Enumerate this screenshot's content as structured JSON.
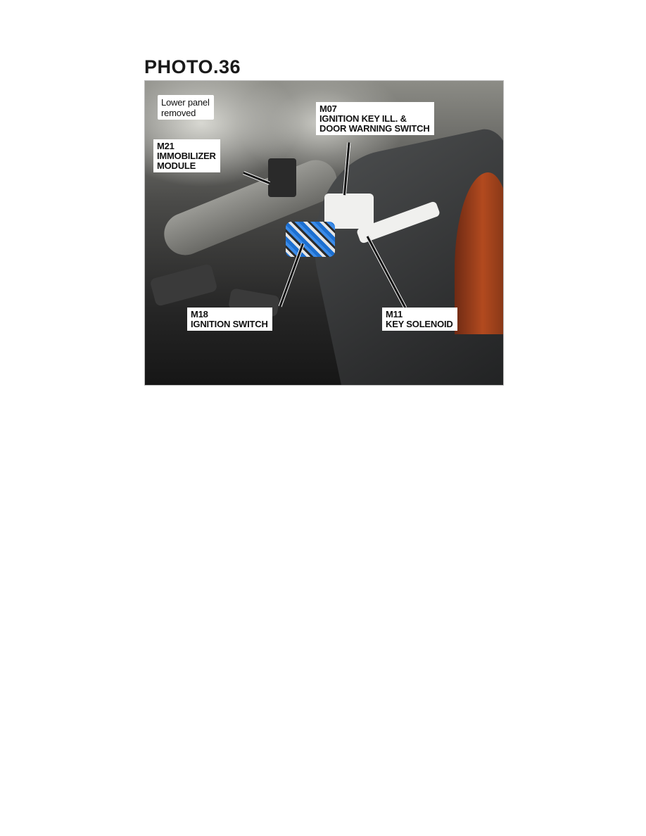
{
  "document": {
    "photo_title": "PHOTO.36",
    "photo": {
      "description": "Under-dash view of steering column area with lower panel removed",
      "callouts": [
        {
          "id": "lower-panel",
          "lines": [
            "Lower panel",
            "removed"
          ]
        },
        {
          "id": "m07",
          "lines": [
            "M07",
            "IGNITION KEY ILL. &",
            "DOOR WARNING SWITCH"
          ]
        },
        {
          "id": "m21",
          "lines": [
            "M21",
            "IMMOBILIZER",
            "MODULE"
          ]
        },
        {
          "id": "m18",
          "lines": [
            "M18",
            "IGNITION SWITCH"
          ]
        },
        {
          "id": "m11",
          "lines": [
            "M11",
            "KEY SOLENOID"
          ]
        }
      ]
    }
  }
}
